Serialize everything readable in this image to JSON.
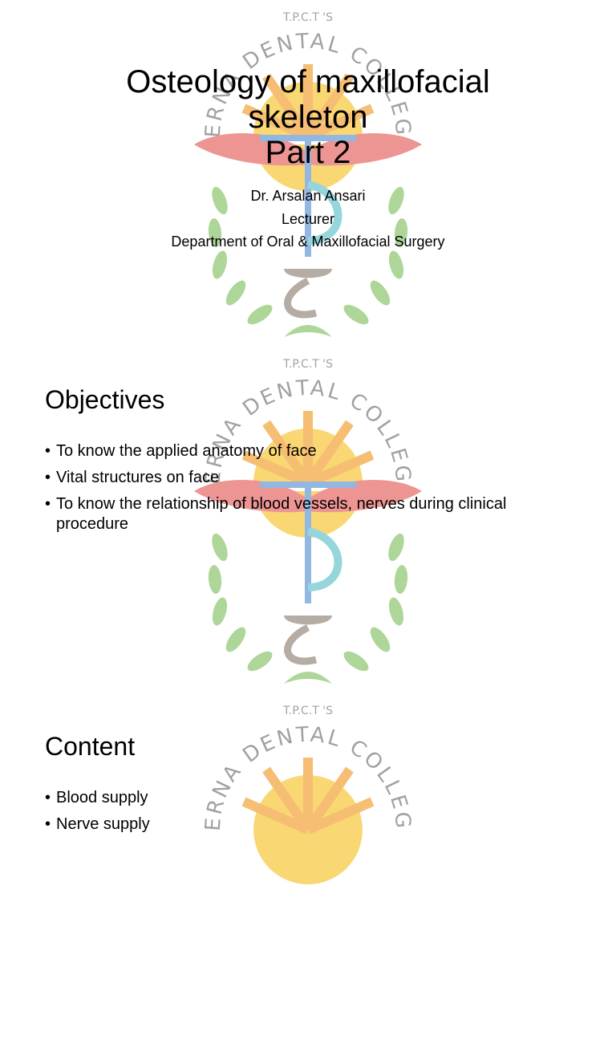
{
  "slides": [
    {
      "title_lines": [
        "Osteology of maxillofacial",
        "skeleton",
        "Part 2"
      ],
      "subtitle_lines": [
        "Dr. Arsalan Ansari",
        "Lecturer",
        "Department of Oral & Maxillofacial Surgery"
      ]
    },
    {
      "heading": "Objectives",
      "bullets": [
        "To know the applied anatomy of face",
        "Vital structures on face",
        "To know the relationship of blood vessels, nerves during clinical procedure"
      ]
    },
    {
      "heading": "Content",
      "bullets": [
        "Blood supply",
        "Nerve supply"
      ]
    }
  ],
  "watermark": {
    "top_text": "T.P.C.T 'S",
    "ring_text": "TERNA DENTAL COLLEGE",
    "colors": {
      "sun": "#f5b800",
      "sun_rays": "#f08a00",
      "wings": "#e0403a",
      "staff": "#3a7ec9",
      "serpent": "#3fb3c0",
      "laurel": "#6bb544",
      "lamp": "#7a6a5a",
      "text": "#555555"
    }
  }
}
